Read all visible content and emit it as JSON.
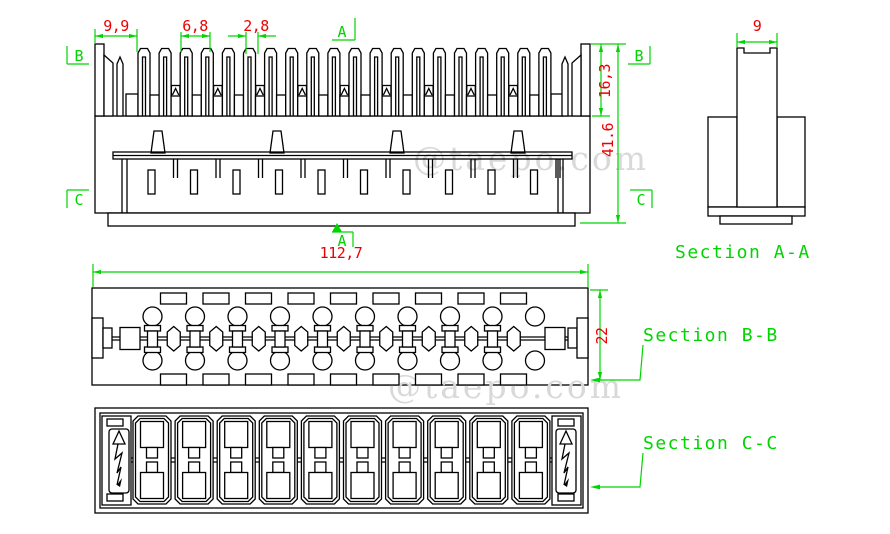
{
  "drawing": {
    "watermark_text": "@taepo.com",
    "colors": {
      "outline": "#000000",
      "dimension_line": "#00d500",
      "dimension_text": "#ee0000",
      "watermark": "#d9d9d9"
    },
    "front_view": {
      "dim_pitch": "9,9",
      "dim_pair": "6,8",
      "dim_slot": "2,8",
      "dim_tooth_height": "16,3",
      "dim_total_height": "41.6",
      "marker_a": "A",
      "marker_b": "B",
      "marker_c": "C"
    },
    "section_aa": {
      "label": "Section A-A",
      "dim_top_width": "9"
    },
    "section_bb": {
      "label": "Section B-B",
      "dim_length": "112,7",
      "dim_width": "22"
    },
    "section_cc": {
      "label": "Section C-C"
    },
    "module": {
      "cell_count": 10
    }
  }
}
